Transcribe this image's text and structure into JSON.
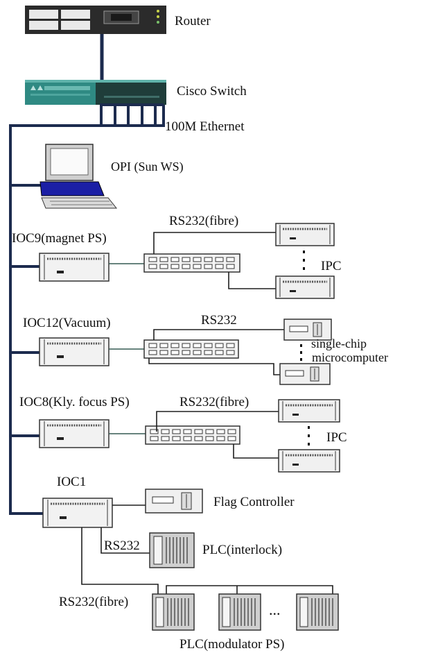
{
  "labels": {
    "router": "Router",
    "switch": "Cisco Switch",
    "ethernet": "100M Ethernet",
    "opi": "OPI (Sun WS)",
    "ioc9": "IOC9(magnet PS)",
    "rs232_fibre_1": "RS232(fibre)",
    "ipc_1": "IPC",
    "ioc12": "IOC12(Vacuum)",
    "rs232_1": "RS232",
    "single_chip_1": "single-chip",
    "single_chip_2": "microcomputer",
    "ioc8": "IOC8(Kly. focus PS)",
    "rs232_fibre_2": "RS232(fibre)",
    "ipc_2": "IPC",
    "ioc1": "IOC1",
    "flag": "Flag Controller",
    "rs232_2": "RS232",
    "plc_interlock": "PLC(interlock)",
    "rs232_fibre_3": "RS232(fibre)",
    "plc_ellipsis": "...",
    "plc_modulator": "PLC(modulator PS)"
  },
  "colors": {
    "backbone": "#1c2b4e",
    "router_body": "#2b2b2b",
    "switch_teal": "#2f8a83",
    "switch_dark": "#1f3d3a",
    "monitor_blue": "#1b1fa5"
  }
}
